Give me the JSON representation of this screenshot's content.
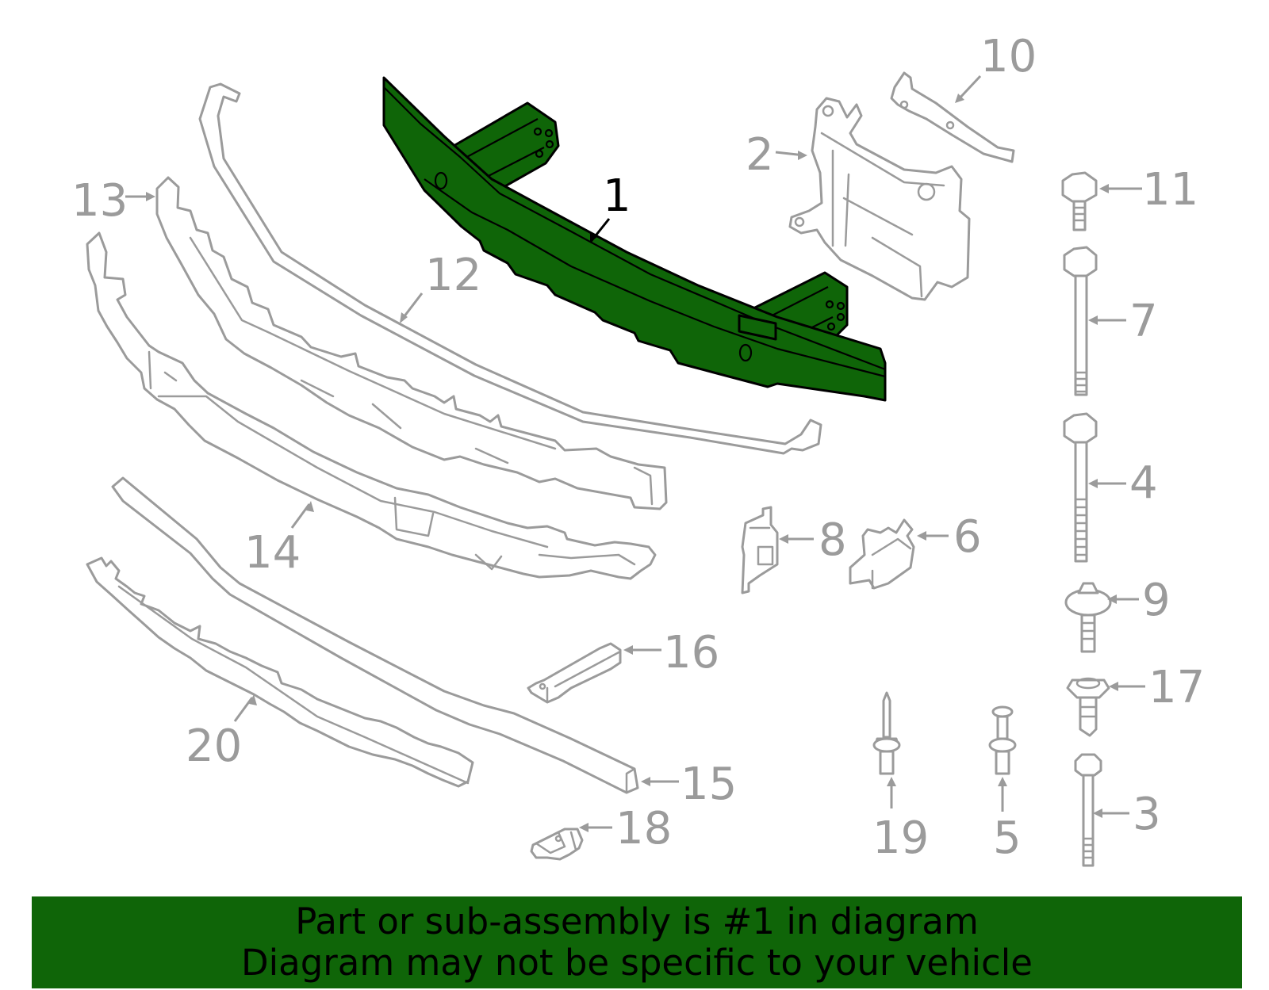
{
  "callouts": {
    "c1": "1",
    "c2": "2",
    "c3": "3",
    "c4": "4",
    "c5": "5",
    "c6": "6",
    "c7": "7",
    "c8": "8",
    "c9": "9",
    "c10": "10",
    "c11": "11",
    "c12": "12",
    "c13": "13",
    "c14": "14",
    "c15": "15",
    "c16": "16",
    "c17": "17",
    "c18": "18",
    "c19": "19",
    "c20": "20"
  },
  "banner": {
    "line1": "Part or sub-assembly is #1 in diagram",
    "line2": "Diagram may not be specific to your vehicle"
  },
  "colors": {
    "highlight": "#0f6508",
    "part_outline": "#9b9b9b",
    "highlight_outline": "#000000"
  }
}
